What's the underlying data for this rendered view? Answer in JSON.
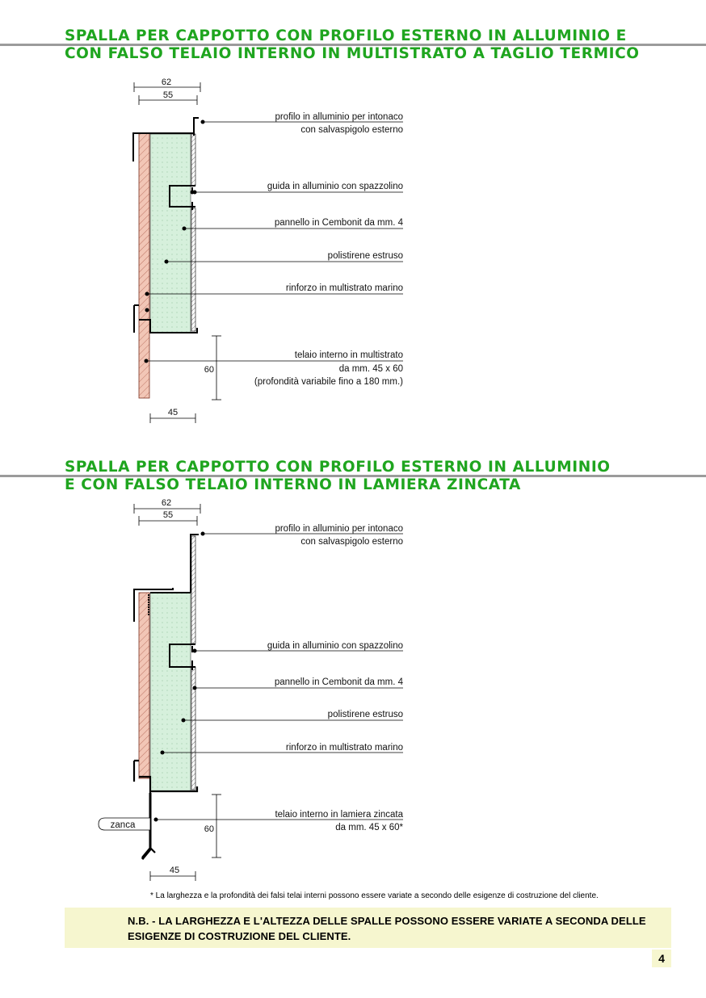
{
  "section1": {
    "title_line1": "SPALLA PER CAPPOTTO CON PROFILO ESTERNO IN ALLUMINIO E",
    "title_line2": "CON FALSO TELAIO INTERNO IN MULTISTRATO A TAGLIO TERMICO",
    "dim_top_outer": "62",
    "dim_top_inner": "55",
    "dim_side": "60",
    "dim_bottom": "45",
    "labels": {
      "profilo_l1": "profilo in alluminio per intonaco",
      "profilo_l2": "con salvaspigolo esterno",
      "guida": "guida in alluminio con spazzolino",
      "pannello": "pannello in Cembonit da mm. 4",
      "polistirene": "polistirene estruso",
      "rinforzo": "rinforzo in multistrato marino",
      "telaio_l1": "telaio interno in multistrato",
      "telaio_l2": "da mm. 45 x 60",
      "telaio_l3": "(profondità variabile fino a 180 mm.)"
    }
  },
  "section2": {
    "title_line1": "SPALLA PER CAPPOTTO CON PROFILO ESTERNO IN ALLUMINIO",
    "title_line2": "E CON FALSO TELAIO INTERNO IN LAMIERA ZINCATA",
    "dim_top_outer": "62",
    "dim_top_inner": "55",
    "dim_side": "60",
    "dim_bottom": "45",
    "zanca": "zanca",
    "labels": {
      "profilo_l1": "profilo in alluminio per intonaco",
      "profilo_l2": "con salvaspigolo esterno",
      "guida": "guida in alluminio con spazzolino",
      "pannello": "pannello in Cembonit da mm. 4",
      "polistirene": "polistirene estruso",
      "rinforzo": "rinforzo in multistrato marino",
      "telaio_l1": "telaio interno in lamiera zincata",
      "telaio_l2": "da mm. 45 x 60*"
    }
  },
  "footnote": "* La larghezza e la profondità dei falsi telai interni possono essere variate a secondo delle esigenze di costruzione del cliente.",
  "note_line1": "N.B. - LA LARGHEZZA E L'ALTEZZA DELLE SPALLE POSSONO ESSERE VARIATE A SECONDA DELLE",
  "note_line2": "ESIGENZE DI COSTRUZIONE DEL CLIENTE.",
  "page_number": "4",
  "colors": {
    "title_green": "#1fa51f",
    "insulation": "#d6f0dc",
    "wood": "#f2c6b6",
    "note_bg": "#f6f6cf"
  }
}
